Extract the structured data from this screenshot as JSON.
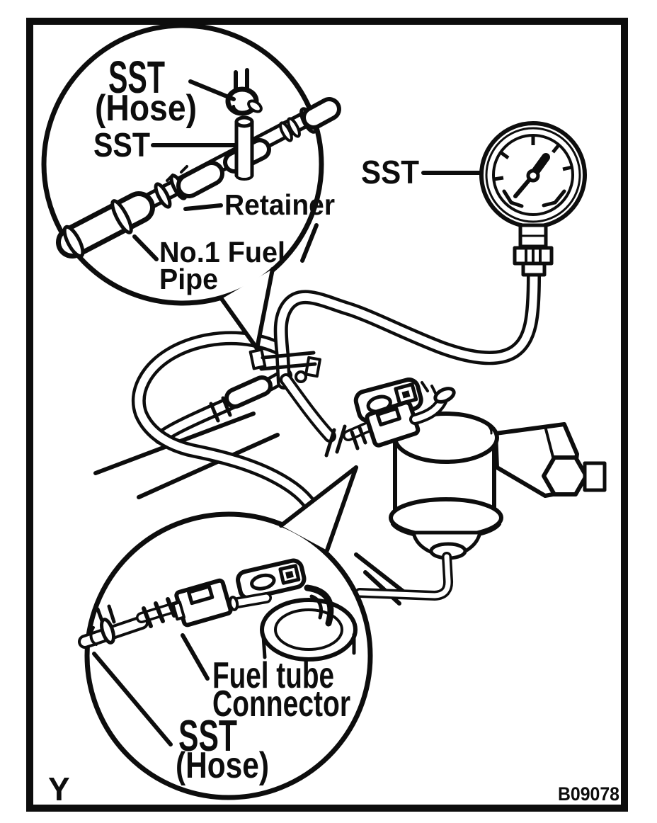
{
  "colors": {
    "ink": "#0d0d0d",
    "paper": "#ffffff"
  },
  "figure": {
    "corner_mark": "Y",
    "figure_code": "B09078"
  },
  "top_inset": {
    "labels": {
      "sst_hose_line1": "SST",
      "sst_hose_line2": "(Hose)",
      "sst_tube": "SST",
      "retainer": "Retainer",
      "fuel_pipe_line1": "No.1 Fuel",
      "fuel_pipe_line2": "Pipe"
    }
  },
  "gauge": {
    "label": "SST"
  },
  "bottom_inset": {
    "labels": {
      "fuel_tube_line1": "Fuel tube",
      "fuel_tube_line2": "Connector",
      "sst_hose_line1": "SST",
      "sst_hose_line2": "(Hose)"
    }
  }
}
